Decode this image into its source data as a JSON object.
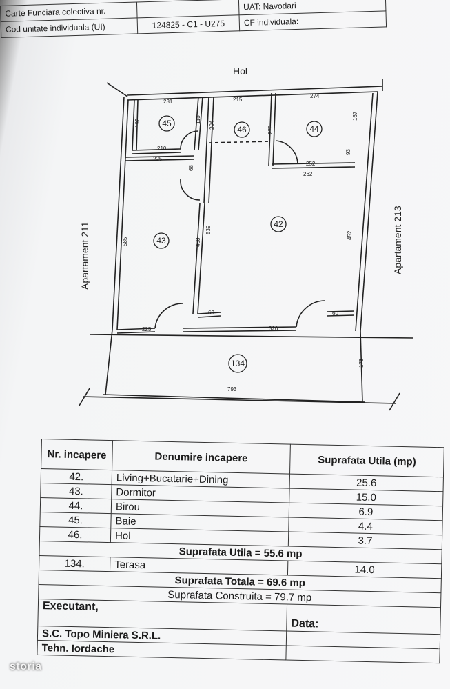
{
  "header": {
    "row1_left": "Carte Funciara colectiva nr.",
    "row1_right": "UAT: Navodari",
    "row2_label": "Cod unitate individuala (UI)",
    "row2_value": "124825 - C1 - U275",
    "row2_right": "CF individuala:"
  },
  "plan": {
    "hol_label": "Hol",
    "left_label": "Apartament 211",
    "right_label": "Apartament 213",
    "room_tags": [
      "45",
      "46",
      "44",
      "43",
      "42",
      "134"
    ],
    "dims": [
      "231",
      "215",
      "274",
      "192",
      "113",
      "204",
      "270",
      "167",
      "210",
      "225",
      "68",
      "252",
      "262",
      "93",
      "585",
      "468",
      "539",
      "452",
      "69",
      "60",
      "225",
      "320",
      "176",
      "793"
    ]
  },
  "rooms_table": {
    "headers": [
      "Nr. incapere",
      "Denumire incapere",
      "Suprafata Utila (mp)"
    ],
    "rows": [
      {
        "nr": "42.",
        "name": "Living+Bucatarie+Dining",
        "area": "25.6"
      },
      {
        "nr": "43.",
        "name": "Dormitor",
        "area": "15.0"
      },
      {
        "nr": "44.",
        "name": "Birou",
        "area": "6.9"
      },
      {
        "nr": "45.",
        "name": "Baie",
        "area": "4.4"
      },
      {
        "nr": "46.",
        "name": "Hol",
        "area": "3.7"
      }
    ],
    "util_total": "Suprafata Utila = 55.6 mp",
    "terrace": {
      "nr": "134.",
      "name": "Terasa",
      "area": "14.0"
    },
    "total": "Suprafata Totala = 69.6 mp",
    "built": "Suprafata Construita = 79.7 mp",
    "executant": "Executant,",
    "data": "Data:",
    "company": "S.C. Topo Miniera S.R.L.",
    "tech": "Tehn. Iordache"
  },
  "watermark": "storia"
}
